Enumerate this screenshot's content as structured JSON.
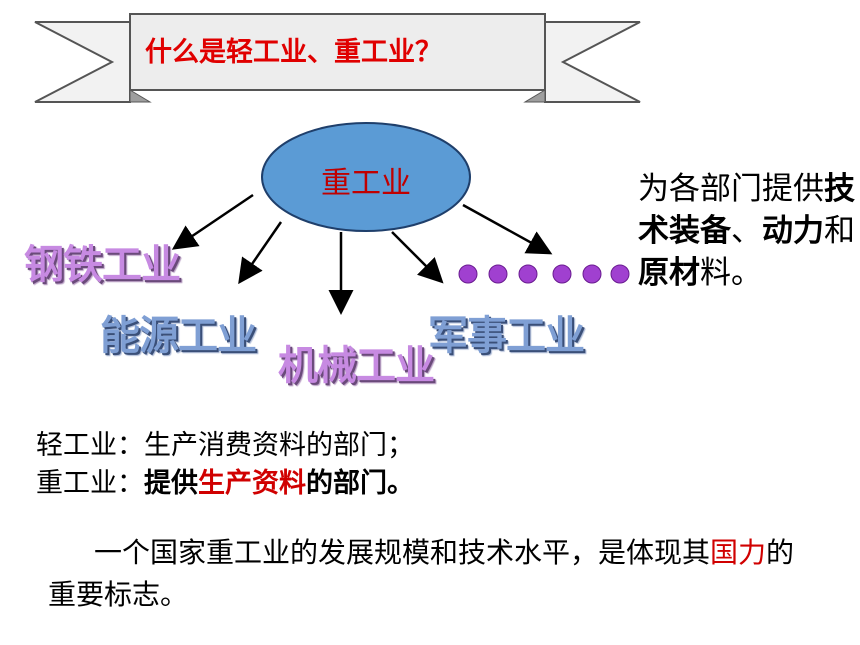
{
  "banner": {
    "title": "什么是轻工业、重工业？"
  },
  "hub": {
    "label": "重工业",
    "fill": "#5b9bd5"
  },
  "industries": [
    {
      "label": "钢铁工业"
    },
    {
      "label": "能源工业"
    },
    {
      "label": "机械工业"
    },
    {
      "label": "军事工业"
    }
  ],
  "side_note": {
    "p1": "为各部门提供",
    "p2": "技术装备",
    "p3": "、",
    "p4": "动力",
    "p5": "和",
    "p6": "原材",
    "p7": "料。"
  },
  "definitions": {
    "light_term": "轻工业",
    "light_sep": "：",
    "light_def": "生产消费资料的部门；",
    "heavy_term": "重工业",
    "heavy_sep": "：",
    "heavy_def_a": "提供",
    "heavy_def_b": "生产资料",
    "heavy_def_c": "的部门。"
  },
  "summary": {
    "a": "一个国家重工业的发展规模和技术水平，是体现其",
    "b": "国力",
    "c": "的重要标志。"
  }
}
